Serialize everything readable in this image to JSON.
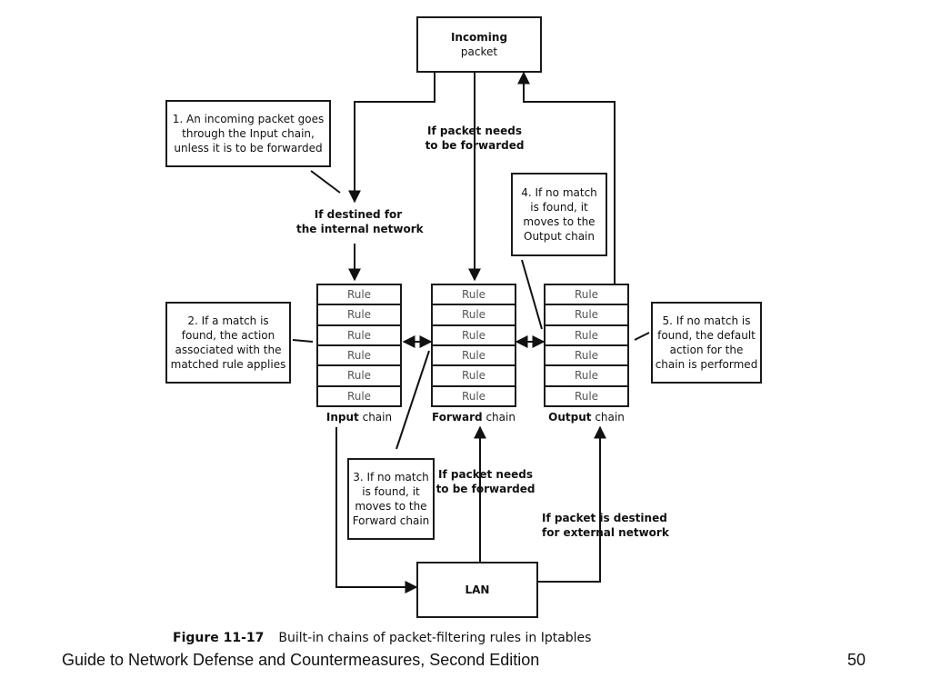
{
  "incoming": {
    "line1": "Incoming",
    "line2": "packet"
  },
  "notes": {
    "n1": [
      "1. An incoming packet goes",
      "through the Input chain,",
      "unless it is to be forwarded"
    ],
    "n2": [
      "2. If a match is",
      "found, the action",
      "associated with the",
      "matched rule applies"
    ],
    "n3": [
      "3. If no match",
      "is found, it",
      "moves to the",
      "Forward chain"
    ],
    "n4": [
      "4. If no match",
      "is found, it",
      "moves to the",
      "Output chain"
    ],
    "n5": [
      "5. If no match is",
      "found, the default",
      "action for the",
      "chain is performed"
    ]
  },
  "labels": {
    "forward_top": [
      "If packet needs",
      "to be forwarded"
    ],
    "internal": [
      "If destined for",
      "the internal network"
    ],
    "forward_bottom": [
      "If packet needs",
      "to be forwarded"
    ],
    "external": [
      "If packet is destined",
      "for external network"
    ]
  },
  "chains": {
    "rule_label": "Rule",
    "input": {
      "bold": "Input",
      "rest": " chain"
    },
    "forward": {
      "bold": "Forward",
      "rest": " chain"
    },
    "output": {
      "bold": "Output",
      "rest": " chain"
    }
  },
  "lan": "LAN",
  "caption": {
    "figure": "Figure 11-17",
    "text": "Built-in chains of packet-filtering rules in Iptables"
  },
  "footer": {
    "title": "Guide to Network Defense and Countermeasures, Second Edition",
    "page": "50"
  }
}
